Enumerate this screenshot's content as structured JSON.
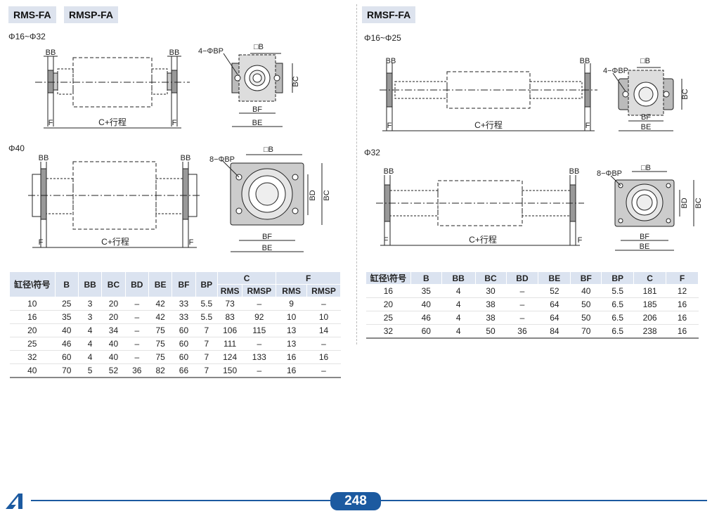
{
  "left": {
    "titles": [
      "RMS-FA",
      "RMSP-FA"
    ],
    "range_small": "Φ16~Φ32",
    "range_large": "Φ40",
    "table": {
      "corner": "缸径\\符号",
      "cols": [
        "B",
        "BB",
        "BC",
        "BD",
        "BE",
        "BF",
        "BP"
      ],
      "group_c": "C",
      "group_f": "F",
      "sub_c": [
        "RMS",
        "RMSP"
      ],
      "sub_f": [
        "RMS",
        "RMSP"
      ],
      "rows": [
        [
          "10",
          "25",
          "3",
          "20",
          "–",
          "42",
          "33",
          "5.5",
          "73",
          "–",
          "9",
          "–"
        ],
        [
          "16",
          "35",
          "3",
          "20",
          "–",
          "42",
          "33",
          "5.5",
          "83",
          "92",
          "10",
          "10"
        ],
        [
          "20",
          "40",
          "4",
          "34",
          "–",
          "75",
          "60",
          "7",
          "106",
          "115",
          "13",
          "14"
        ],
        [
          "25",
          "46",
          "4",
          "40",
          "–",
          "75",
          "60",
          "7",
          "111",
          "–",
          "13",
          "–"
        ],
        [
          "32",
          "60",
          "4",
          "40",
          "–",
          "75",
          "60",
          "7",
          "124",
          "133",
          "16",
          "16"
        ],
        [
          "40",
          "70",
          "5",
          "52",
          "36",
          "82",
          "66",
          "7",
          "150",
          "–",
          "16",
          "–"
        ]
      ]
    }
  },
  "right": {
    "title": "RMSF-FA",
    "range_small": "Φ16~Φ25",
    "range_large": "Φ32",
    "table": {
      "corner": "缸径\\符号",
      "cols": [
        "B",
        "BB",
        "BC",
        "BD",
        "BE",
        "BF",
        "BP",
        "C",
        "F"
      ],
      "rows": [
        [
          "16",
          "35",
          "4",
          "30",
          "–",
          "52",
          "40",
          "5.5",
          "181",
          "12"
        ],
        [
          "20",
          "40",
          "4",
          "38",
          "–",
          "64",
          "50",
          "6.5",
          "185",
          "16"
        ],
        [
          "25",
          "46",
          "4",
          "38",
          "–",
          "64",
          "50",
          "6.5",
          "206",
          "16"
        ],
        [
          "32",
          "60",
          "4",
          "50",
          "36",
          "84",
          "70",
          "6.5",
          "238",
          "16"
        ]
      ]
    }
  },
  "dims": {
    "bb": "BB",
    "f": "F",
    "c_stroke": "C+行程",
    "b_sq": "□B",
    "bp4": "4−ΦBP",
    "bp8": "8−ΦBP",
    "bc": "BC",
    "bd": "BD",
    "bf": "BF",
    "be": "BE"
  },
  "page_number": "248",
  "colors": {
    "accent": "#1c5aa0",
    "header_bg": "#dbe3f0"
  }
}
